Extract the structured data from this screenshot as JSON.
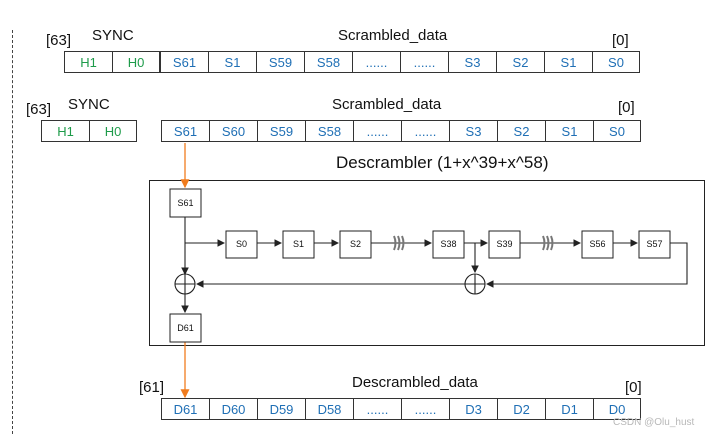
{
  "row1": {
    "msb_label": "[63]",
    "sync_label": "SYNC",
    "data_label": "Scrambled_data",
    "lsb_label": "[0]",
    "sync_cells": [
      "H1",
      "H0"
    ],
    "data_cells": [
      "S61",
      "S1",
      "S59",
      "S58",
      "......",
      "......",
      "S3",
      "S2",
      "S1",
      "S0"
    ]
  },
  "row2": {
    "msb_label": "[63]",
    "sync_label": "SYNC",
    "data_label": "Scrambled_data",
    "lsb_label": "[0]",
    "sync_cells": [
      "H1",
      "H0"
    ],
    "data_cells": [
      "S61",
      "S60",
      "S59",
      "S58",
      "......",
      "......",
      "S3",
      "S2",
      "S1",
      "S0"
    ]
  },
  "descrambler": {
    "title": "Descrambler (1+x^39+x^58)",
    "input_reg": "S61",
    "output_reg": "D61",
    "shift_regs": [
      "S0",
      "S1",
      "S2",
      "S38",
      "S39",
      "S56",
      "S57"
    ]
  },
  "row3": {
    "msb_label": "[61]",
    "data_label": "Descrambled_data",
    "lsb_label": "[0]",
    "data_cells": [
      "D61",
      "D60",
      "D59",
      "D58",
      "......",
      "......",
      "D3",
      "D2",
      "D1",
      "D0"
    ]
  },
  "watermark": "CSDN @Olu_hust",
  "colors": {
    "sync_text": "#1e9b4a",
    "data_text": "#1f6fb5",
    "arrow_orange": "#f07c1e",
    "line": "#222222"
  }
}
